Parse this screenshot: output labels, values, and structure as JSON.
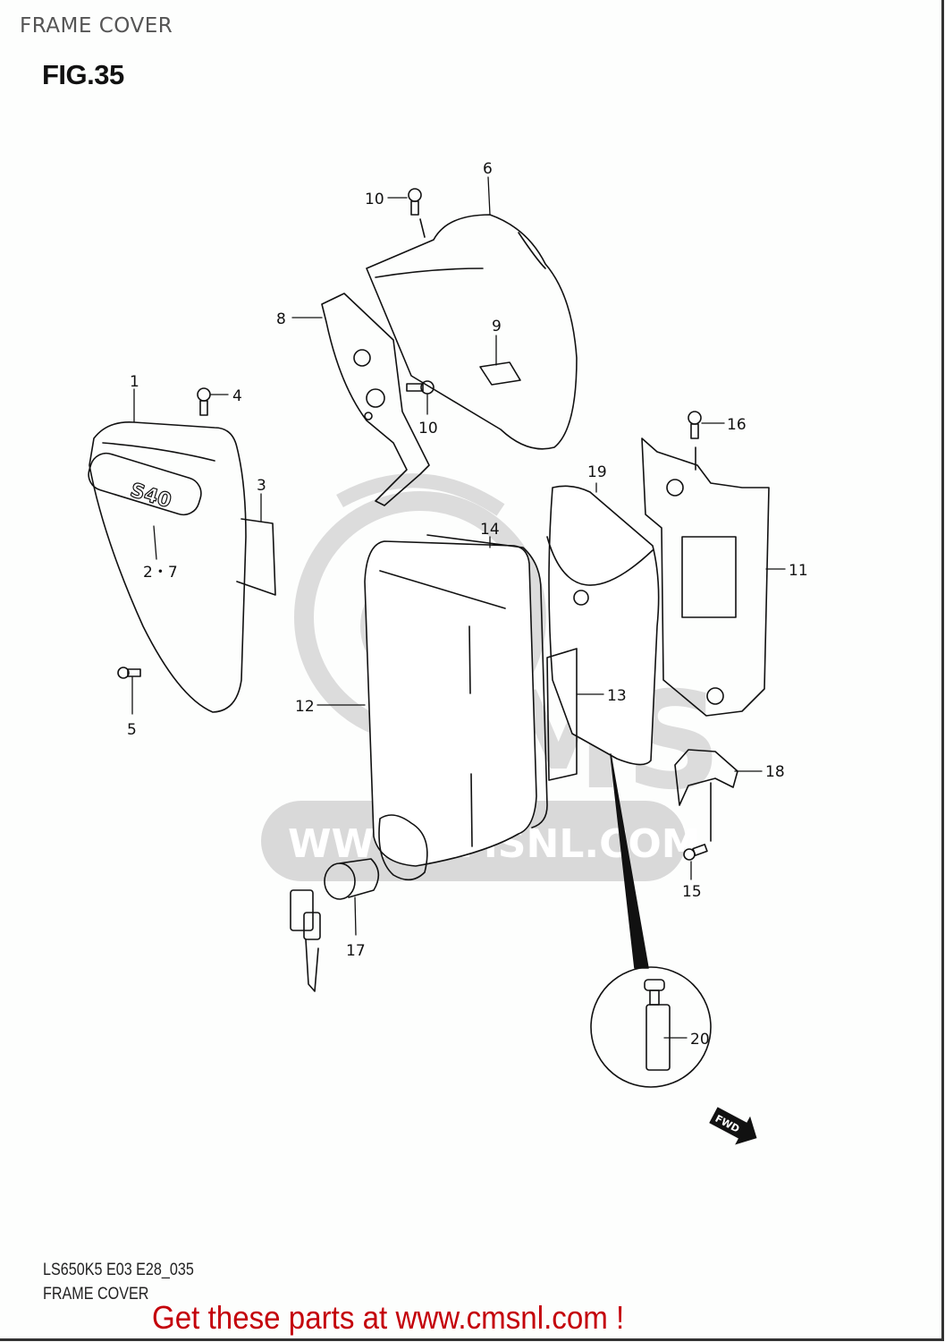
{
  "header": {
    "section_title": "FRAME COVER",
    "figure_title": "FIG.35"
  },
  "watermark": {
    "logo_text": "CMS",
    "url_text": "WWW.CMSNL.COM"
  },
  "parts": [
    {
      "ref": "1",
      "label": "1"
    },
    {
      "ref": "2-7",
      "label": "2・7"
    },
    {
      "ref": "3",
      "label": "3"
    },
    {
      "ref": "4",
      "label": "4"
    },
    {
      "ref": "5",
      "label": "5"
    },
    {
      "ref": "6",
      "label": "6"
    },
    {
      "ref": "8",
      "label": "8"
    },
    {
      "ref": "9",
      "label": "9"
    },
    {
      "ref": "10a",
      "label": "10"
    },
    {
      "ref": "10b",
      "label": "10"
    },
    {
      "ref": "11",
      "label": "11"
    },
    {
      "ref": "12",
      "label": "12"
    },
    {
      "ref": "13",
      "label": "13"
    },
    {
      "ref": "14",
      "label": "14"
    },
    {
      "ref": "15",
      "label": "15"
    },
    {
      "ref": "16",
      "label": "16"
    },
    {
      "ref": "17",
      "label": "17"
    },
    {
      "ref": "18",
      "label": "18"
    },
    {
      "ref": "19",
      "label": "19"
    },
    {
      "ref": "20",
      "label": "20"
    }
  ],
  "emblem_text": "S40",
  "fwd_arrow": {
    "label": "FWD",
    "icon": "forward-arrow-icon"
  },
  "footer": {
    "diagram_code": "LS650K5 E03 E28_035",
    "diagram_name": "FRAME COVER",
    "promo_text": "Get these parts at www.cmsnl.com !",
    "promo_color": "#c4000a"
  }
}
